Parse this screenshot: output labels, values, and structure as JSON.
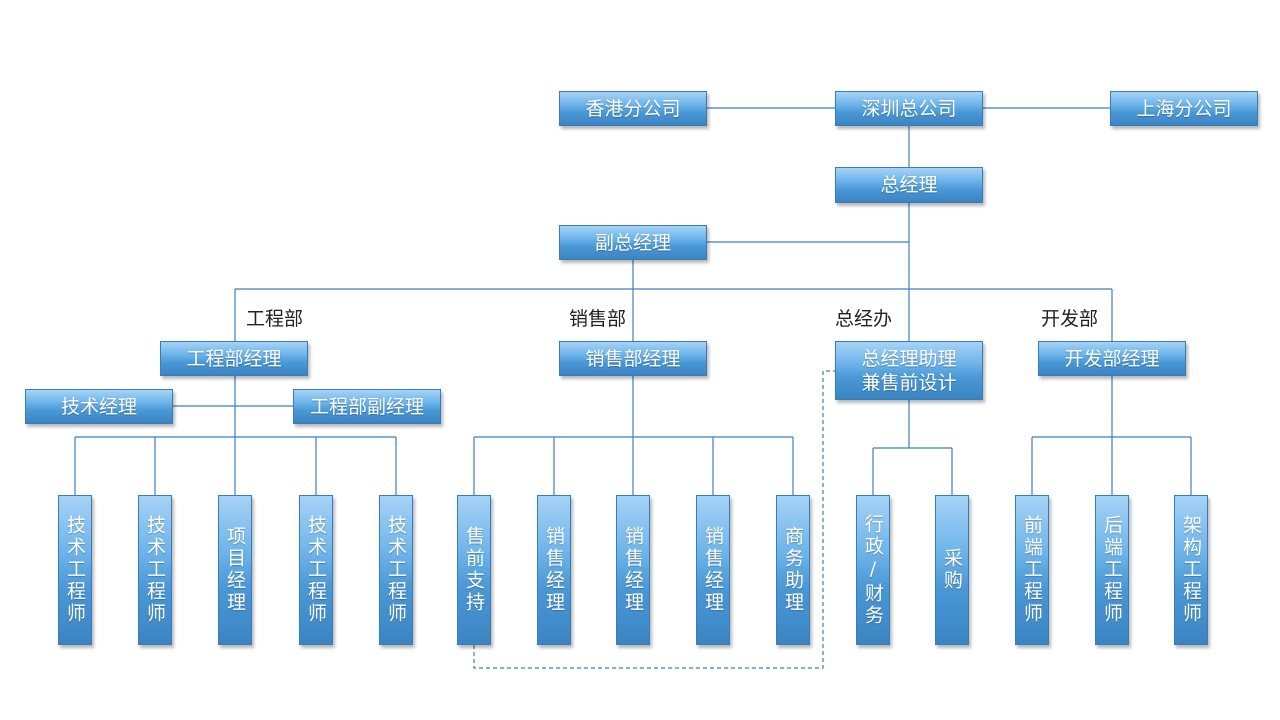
{
  "boxes": {
    "hk": "香港分公司",
    "sz": "深圳总公司",
    "sh": "上海分公司",
    "gm": "总经理",
    "vgm": "副总经理",
    "eng_mgr": "工程部经理",
    "sales_mgr": "销售部经理",
    "gm_asst": "总经理助理\n兼售前设计",
    "dev_mgr": "开发部经理",
    "tech_mgr": "技术经理",
    "eng_vmgr": "工程部副经理",
    "e1": "技术工程师",
    "e2": "技术工程师",
    "e3": "项目经理",
    "e4": "技术工程师",
    "e5": "技术工程师",
    "s1": "售前支持",
    "s2": "销售经理",
    "s3": "销售经理",
    "s4": "销售经理",
    "s5": "商务助理",
    "o1": "行政/财务",
    "o2": "采购",
    "d1": "前端工程师",
    "d2": "后端工程师",
    "d3": "架构工程师"
  },
  "labels": {
    "eng": "工程部",
    "sales": "销售部",
    "office": "总经办",
    "dev": "开发部"
  }
}
